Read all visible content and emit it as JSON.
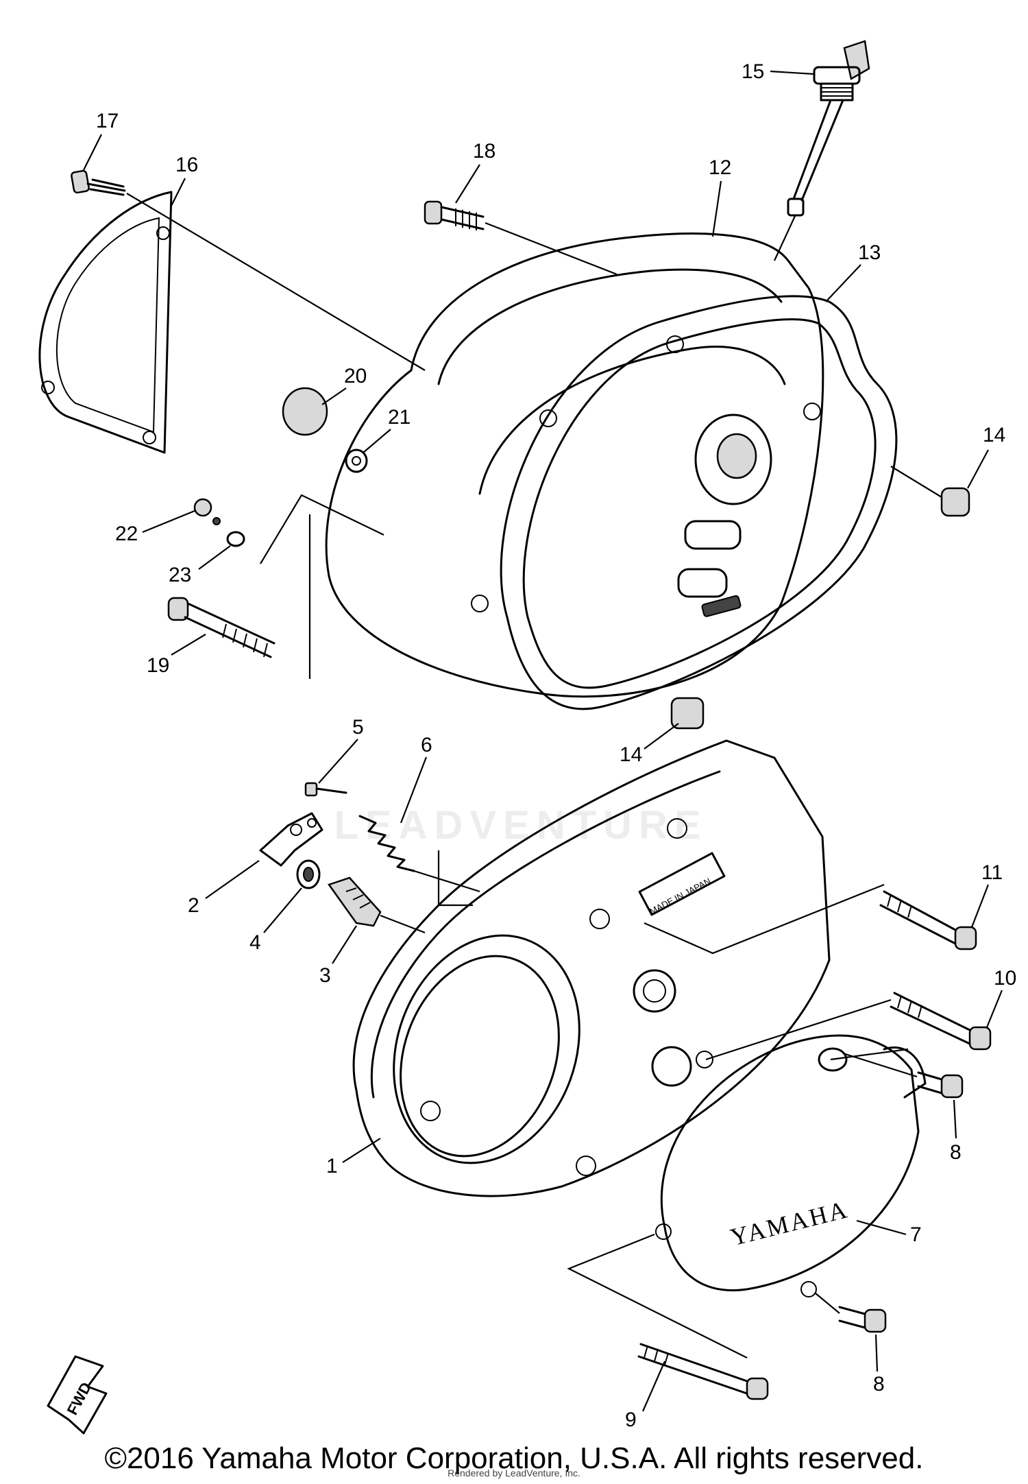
{
  "diagram": {
    "callouts": [
      "1",
      "2",
      "3",
      "4",
      "5",
      "6",
      "7",
      "8",
      "8",
      "9",
      "10",
      "11",
      "12",
      "13",
      "14",
      "14",
      "15",
      "16",
      "17",
      "18",
      "19",
      "20",
      "21",
      "22",
      "23"
    ],
    "cover_text": "YAMAHA",
    "stamp_text": "MADE IN JAPAN",
    "fwd_label": "FWD",
    "watermark_text": "LEADVENTURE"
  },
  "footer": {
    "copyright": "©2016 Yamaha Motor Corporation, U.S.A. All rights reserved.",
    "rendered_by": "Rendered by LeadVenture, Inc."
  }
}
